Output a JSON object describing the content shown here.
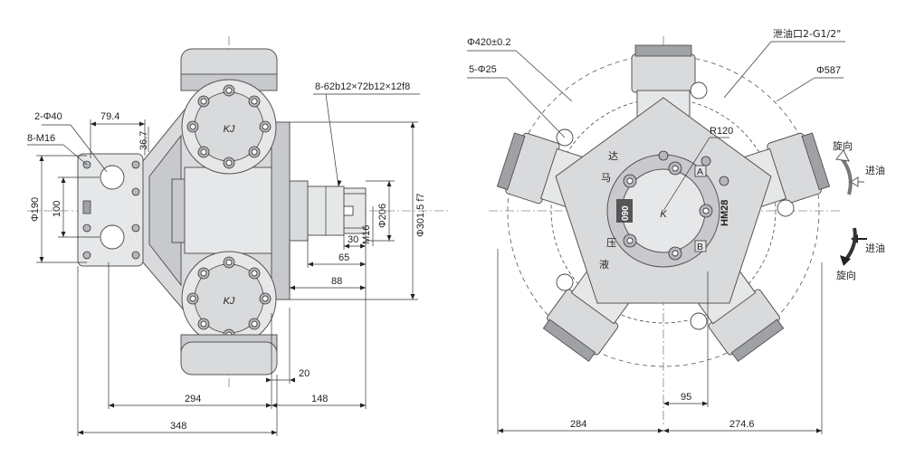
{
  "left_view": {
    "dims": {
      "d1": "2-Φ40",
      "d2": "79.4",
      "d3": "8-M16",
      "d4": "36.7",
      "d5": "8-62b12×72b12×12f8",
      "d6": "Φ190",
      "d7": "100",
      "d8": "Φ206",
      "d9": "Φ301.5 f7",
      "d10": "M16",
      "d11": "30",
      "d12": "65",
      "d13": "88",
      "d14": "20",
      "d15": "294",
      "d16": "148",
      "d17": "348"
    },
    "logo": "KJ"
  },
  "right_view": {
    "dims": {
      "r1": "Φ420±0.2",
      "r2": "5-Φ25",
      "r3": "泄油口2-G1/2\"",
      "r4": "Φ587",
      "r5": "R120",
      "r6": "95",
      "r7": "284",
      "r8": "274.6"
    },
    "marks": {
      "m1": "HM28",
      "m2": "090",
      "m3": "A",
      "m4": "B",
      "m5": "K"
    },
    "plate_text": {
      "t1": "液",
      "t2": "压",
      "t3": "马",
      "t4": "达"
    },
    "legend": {
      "rotate_top": "旋向",
      "inlet_top": "进油",
      "inlet_bottom": "进油",
      "rotate_bottom": "旋向"
    }
  }
}
